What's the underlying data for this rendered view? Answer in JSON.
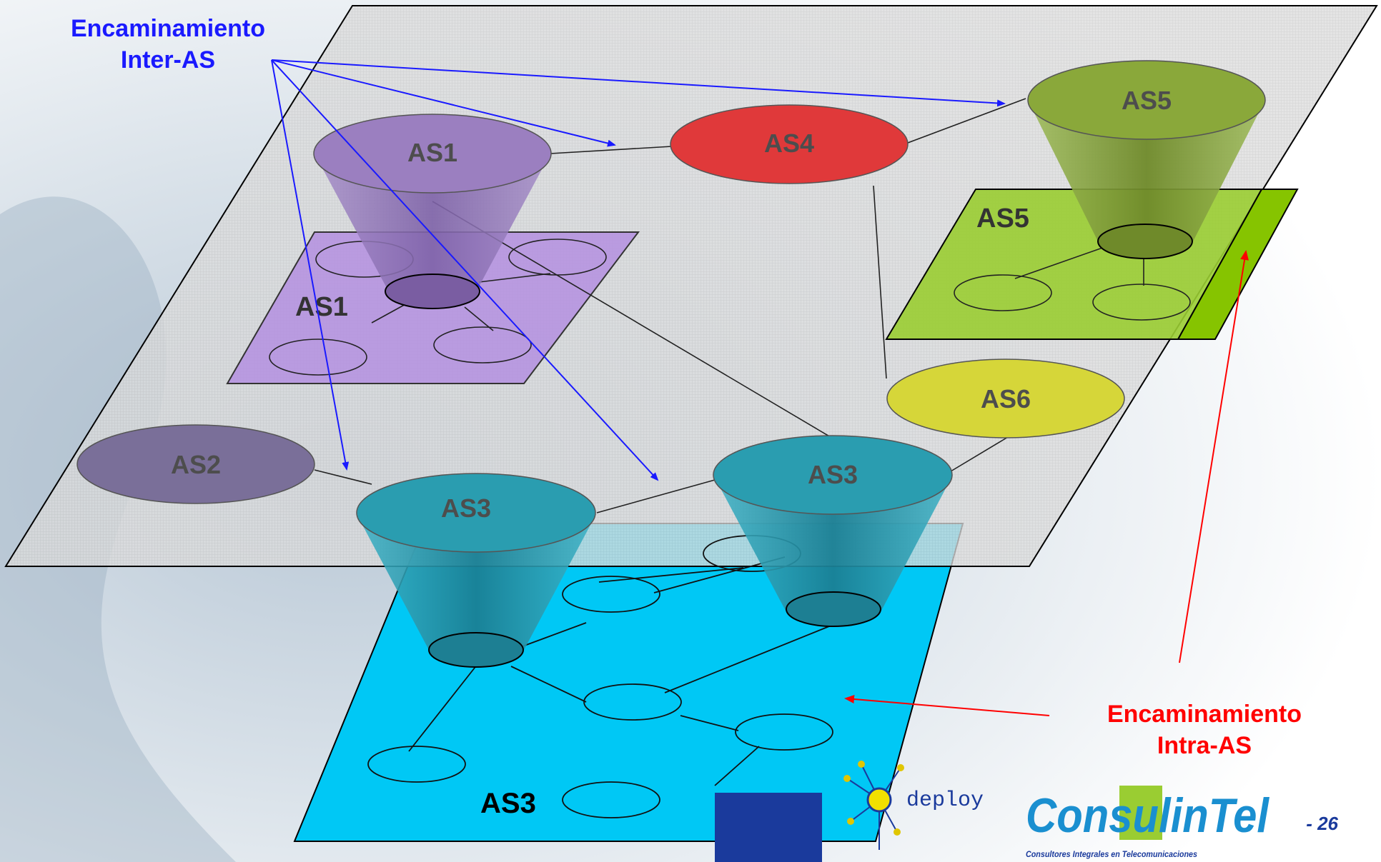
{
  "callouts": {
    "inter_as": "Encaminamiento\nInter-AS",
    "intra_as": "Encaminamiento\nIntra-AS"
  },
  "nodes": {
    "as1": "AS1",
    "as2": "AS2",
    "as3_left": "AS3",
    "as3_right": "AS3",
    "as4": "AS4",
    "as5": "AS5",
    "as6": "AS6"
  },
  "planes": {
    "as1": "AS1",
    "as5": "AS5",
    "as3": "AS3"
  },
  "logos": {
    "deploy": "deploy",
    "consulintel": "ConsulinTel",
    "consulintel_tagline": "Consultores Integrales en Telecomunicaciones"
  },
  "page_number": "- 26",
  "colors": {
    "inter_arrow": "#1a1aff",
    "intra_arrow": "#ff0000",
    "as1": "#9b7fc0",
    "as2": "#7a6f99",
    "as3": "#2a9db0",
    "as4": "#e0393a",
    "as5": "#8aa83a",
    "as6": "#d6d639",
    "plane_as3": "#00c8f5",
    "plane_as1": "#b48fe0",
    "plane_as5": "#9acd32"
  }
}
